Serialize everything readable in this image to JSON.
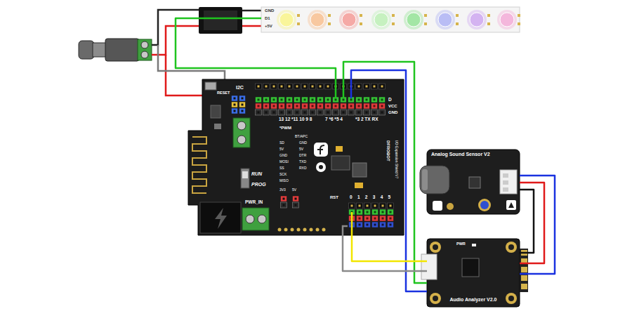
{
  "diagram": {
    "nodes": [
      {
        "text": [
          "GND",
          "D1",
          "+5V"
        ]
      },
      {
        "text": [
          "RESET",
          "I2C",
          "D",
          "VCC",
          "GND",
          "13 12 *11 10 9 8",
          "7 *6 *5 4",
          "*3 2 TX RX",
          "*PWM",
          "BT/APC",
          "GND",
          "5V",
          "DTR",
          "TXD",
          "RXD",
          "SD",
          "5V",
          "GND",
          "MOSI",
          "SS",
          "SCK",
          "MISO",
          "RUN",
          "PROG",
          "PWR_IN",
          "3V3",
          "5V",
          "RST",
          "0 1 2 3 4 5",
          "DFROBOT",
          "I/O Expansion Shield V7"
        ]
      },
      {
        "text": [
          "Analog Sound Sensor V2"
        ]
      },
      {
        "text": [
          "PWR",
          "Audio Analyzer V2.0"
        ]
      }
    ],
    "edges": [
      {
        "from": 0,
        "to": 1,
        "arrow": "none"
      },
      {
        "from": 3,
        "to": 1,
        "arrow": "none"
      },
      {
        "from": 3,
        "to": 1,
        "arrow": "none"
      },
      {
        "from": 3,
        "to": 1,
        "arrow": "none"
      },
      {
        "from": 3,
        "to": 1,
        "arrow": "none"
      },
      {
        "from": 2,
        "to": 3,
        "arrow": "none"
      },
      {
        "from": 2,
        "to": 3,
        "arrow": "none"
      },
      {
        "from": 2,
        "to": 3,
        "arrow": "none"
      }
    ]
  }
}
